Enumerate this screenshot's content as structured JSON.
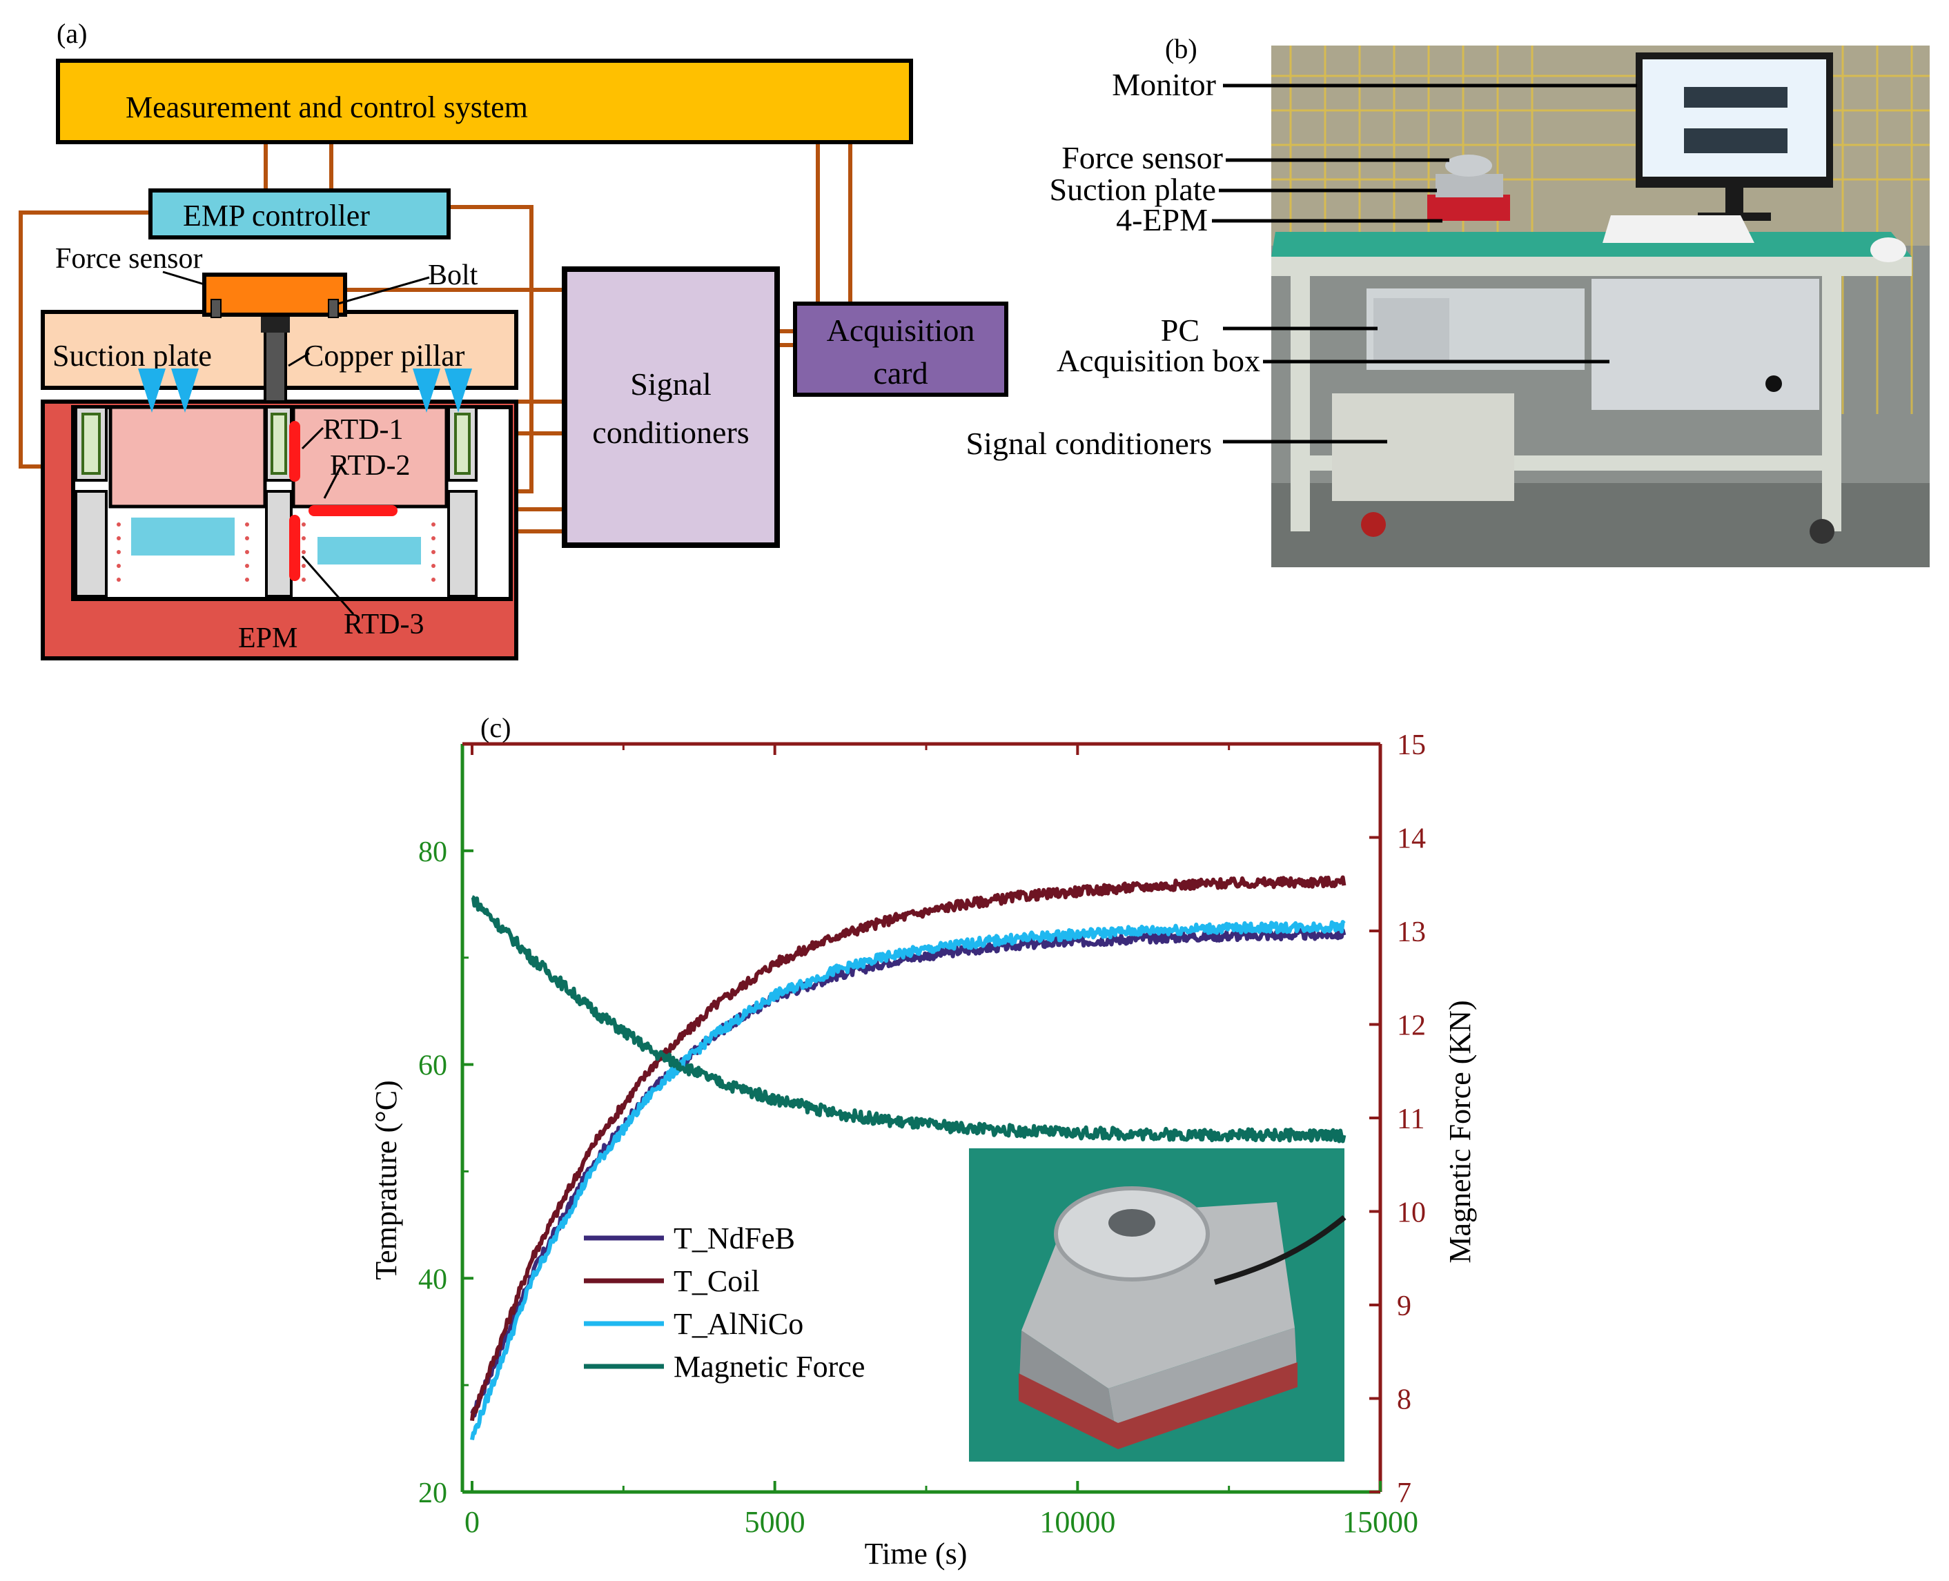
{
  "panel_a": {
    "label": "(a)",
    "measurement_system": "Measurement and control system",
    "emp_controller": "EMP controller",
    "force_sensor": "Force sensor",
    "bolt": "Bolt",
    "suction_plate": "Suction plate",
    "copper_pillar": "Copper pillar",
    "signal_conditioners": [
      "Signal",
      "conditioners"
    ],
    "acquisition_card": [
      "Acquisition",
      "card"
    ],
    "rtd1": "RTD-1",
    "rtd2": "RTD-2",
    "rtd3": "RTD-3",
    "epm": "EPM",
    "colors": {
      "system": "#FFC000",
      "controller": "#70CFE0",
      "sensor": "#FF7F0E",
      "plate": "#FCD5B4",
      "epm_body": "#E0524A",
      "chamber": "#F4B6B0",
      "conditioners": "#D8C7E0",
      "card": "#8464A8",
      "wire": "#B5520F",
      "rtd": "#FF1A1A",
      "magnet_blue": "#6FCFE3"
    }
  },
  "panel_b": {
    "label": "(b)",
    "callouts": [
      "Monitor",
      "Force sensor",
      "Suction plate",
      "4-EPM",
      "PC",
      "Acquisition box",
      "Signal conditioners"
    ]
  },
  "panel_c": {
    "label": "(c)",
    "chart_data": {
      "type": "line",
      "xlabel": "Time (s)",
      "ylabel_left": "Temprature (°C)",
      "ylabel_right": "Magnetic Force (KN)",
      "xlim": [
        0,
        15000
      ],
      "ylim_left": [
        20,
        90
      ],
      "ylim_right": [
        7,
        15
      ],
      "x_ticks": [
        0,
        5000,
        10000,
        15000
      ],
      "y_ticks_left": [
        20,
        40,
        60,
        80
      ],
      "y_ticks_right": [
        7,
        8,
        9,
        10,
        11,
        12,
        13,
        14,
        15
      ],
      "x": [
        0,
        1000,
        2000,
        3000,
        4000,
        5000,
        6000,
        7000,
        8000,
        9000,
        10000,
        11000,
        12000,
        13000,
        14400
      ],
      "series": [
        {
          "name": "T_NdFeB",
          "axis": "left",
          "color": "#3B2A7A",
          "values": [
            27.0,
            40.5,
            50.8,
            57.8,
            62.8,
            66.3,
            68.3,
            69.8,
            70.6,
            71.2,
            71.5,
            71.8,
            72.0,
            72.1,
            72.2
          ]
        },
        {
          "name": "T_Coil",
          "axis": "left",
          "color": "#6E1423",
          "values": [
            27.0,
            42.0,
            52.5,
            60.0,
            65.5,
            69.5,
            72.0,
            73.7,
            74.9,
            75.7,
            76.2,
            76.6,
            76.9,
            77.0,
            77.1
          ]
        },
        {
          "name": "T_AlNiCo",
          "axis": "left",
          "color": "#1FB8F0",
          "values": [
            25.0,
            40.0,
            50.3,
            57.6,
            62.8,
            66.5,
            68.8,
            70.3,
            71.2,
            71.8,
            72.2,
            72.5,
            72.7,
            72.8,
            72.9
          ]
        },
        {
          "name": "Magnetic Force",
          "axis": "right",
          "color": "#0C6E5E",
          "values": [
            13.35,
            12.7,
            12.15,
            11.7,
            11.4,
            11.2,
            11.05,
            10.96,
            10.9,
            10.86,
            10.84,
            10.83,
            10.82,
            10.82,
            10.81
          ]
        }
      ],
      "axis_colors": {
        "x": "#1E8A1E",
        "left": "#1E8A1E",
        "right": "#8B1A1A"
      },
      "legend_position": "lower-left"
    }
  }
}
